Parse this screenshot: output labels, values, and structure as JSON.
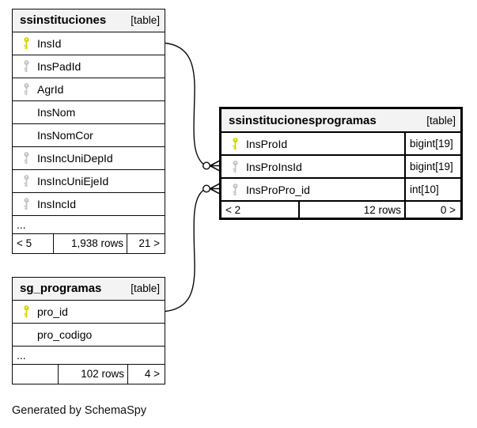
{
  "diagram": {
    "credit": "Generated by SchemaSpy",
    "colors": {
      "primary_key": "#d4d400",
      "foreign_key": "#c4c4c4",
      "header_bg": "#f3f3f3",
      "border": "#0a0a0a"
    },
    "tables": [
      {
        "name": "ssinstituciones",
        "tag": "[table]",
        "columns": [
          {
            "name": "InsId",
            "key": "primary"
          },
          {
            "name": "InsPadId",
            "key": "foreign"
          },
          {
            "name": "AgrId",
            "key": "foreign"
          },
          {
            "name": "InsNom",
            "key": "none"
          },
          {
            "name": "InsNomCor",
            "key": "none"
          },
          {
            "name": "InsIncUniDepId",
            "key": "foreign"
          },
          {
            "name": "InsIncUniEjeId",
            "key": "foreign"
          },
          {
            "name": "InsIncId",
            "key": "foreign"
          }
        ],
        "ellipsis": "...",
        "footer": {
          "left": "< 5",
          "center": "1,938 rows",
          "right": "21 >"
        }
      },
      {
        "name": "ssinstitucionesprogramas",
        "tag": "[table]",
        "columns": [
          {
            "name": "InsProId",
            "key": "primary",
            "type": "bigint[19]"
          },
          {
            "name": "InsProInsId",
            "key": "foreign",
            "type": "bigint[19]"
          },
          {
            "name": "InsProPro_id",
            "key": "foreign",
            "type": "int[10]"
          }
        ],
        "footer": {
          "left": "< 2",
          "center": "12 rows",
          "right": "0 >"
        }
      },
      {
        "name": "sg_programas",
        "tag": "[table]",
        "columns": [
          {
            "name": "pro_id",
            "key": "primary"
          },
          {
            "name": "pro_codigo",
            "key": "none"
          }
        ],
        "ellipsis": "...",
        "footer": {
          "left": "",
          "center": "102 rows",
          "right": "4 >"
        }
      }
    ],
    "relationships": [
      {
        "from": "ssinstituciones.InsId",
        "to": "ssinstitucionesprogramas.InsProInsId"
      },
      {
        "from": "sg_programas.pro_id",
        "to": "ssinstitucionesprogramas.InsProPro_id"
      }
    ]
  }
}
